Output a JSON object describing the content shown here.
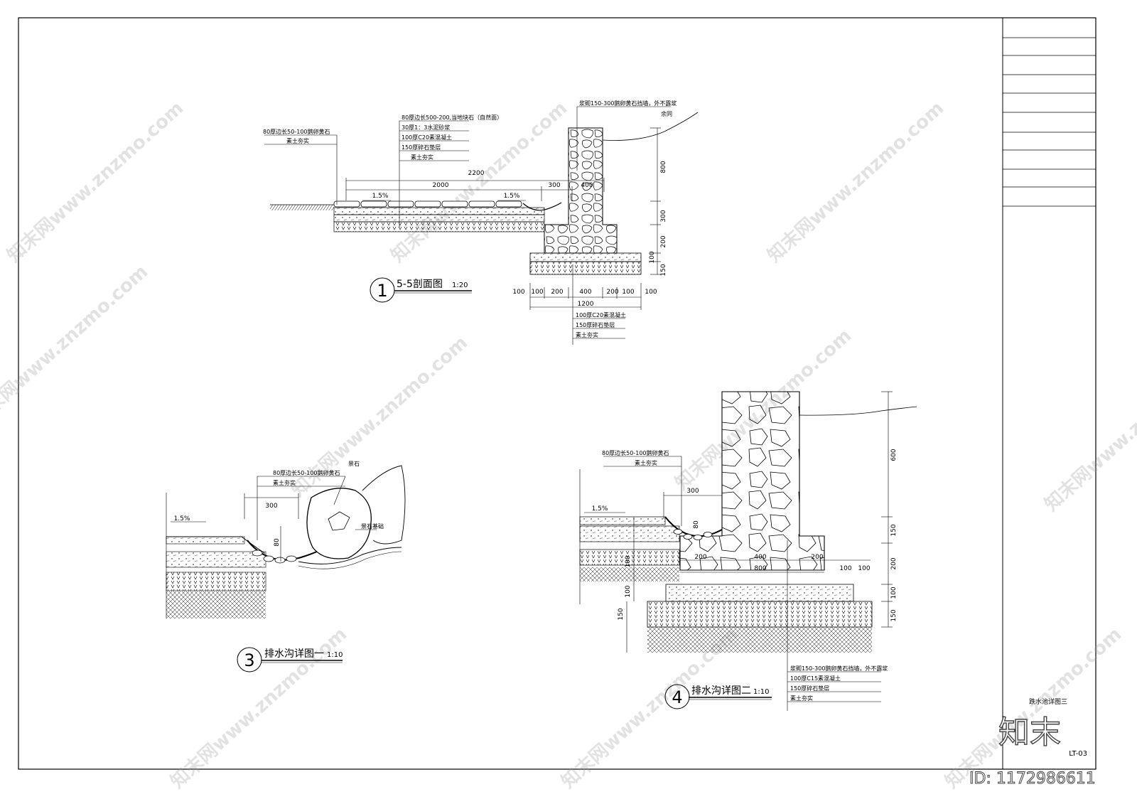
{
  "drawing": {
    "number": "LT-03",
    "sheet_title": "跌水池详图三",
    "site_logo": "知末",
    "image_id_text": "ID: 1172986611",
    "watermark": "知末网www.znzmo.com"
  },
  "details": {
    "d1": {
      "number": "1",
      "title": "5-5剖面图",
      "scale": "1:20",
      "labels_left": [
        "80厚边长50-100鹅卵黄石",
        "素土夯实"
      ],
      "labels_mid": [
        "80厚边长500-200,当地块石（自然面）",
        "30厚1：3水泥砂浆",
        "100厚C20素混凝土",
        "150厚碎石垫层",
        "素土夯实"
      ],
      "labels_wall": [
        "浆砌150-300鹅卵黄石挡墙，外不露浆",
        "余同"
      ],
      "labels_bottom": [
        "100厚C20素混凝土",
        "150厚碎石垫层",
        "素土夯实"
      ],
      "dims_h": [
        "2200",
        "2000",
        "300",
        "400",
        "1.5%",
        "1.5%"
      ],
      "dims_v": [
        "800",
        "300",
        "200",
        "100",
        "150"
      ],
      "dims_base": [
        "100",
        "100",
        "200",
        "400",
        "200",
        "100",
        "100",
        "1200"
      ]
    },
    "d3": {
      "number": "3",
      "title": "排水沟详图一",
      "scale": "1:10",
      "labels": [
        "80厚边长50-100鹅卵黄石",
        "素土夯实",
        "景石",
        "景石基础"
      ],
      "dims": [
        "300",
        "80",
        "1.5%"
      ]
    },
    "d4": {
      "number": "4",
      "title": "排水沟详图二",
      "scale": "1:10",
      "labels_top": [
        "80厚边长50-100鹅卵黄石",
        "素土夯实"
      ],
      "labels_bottom": [
        "浆砌150-300鹅卵黄石挡墙，外不露浆",
        "100厚C15素混凝土",
        "150厚碎石垫层",
        "素土夯实"
      ],
      "dims_h": [
        "300",
        "200",
        "400",
        "200",
        "800",
        "100",
        "100",
        "1.5%",
        "80"
      ],
      "dims_v": [
        "600",
        "150",
        "200",
        "100",
        "150",
        "100",
        "150",
        "100"
      ]
    }
  }
}
